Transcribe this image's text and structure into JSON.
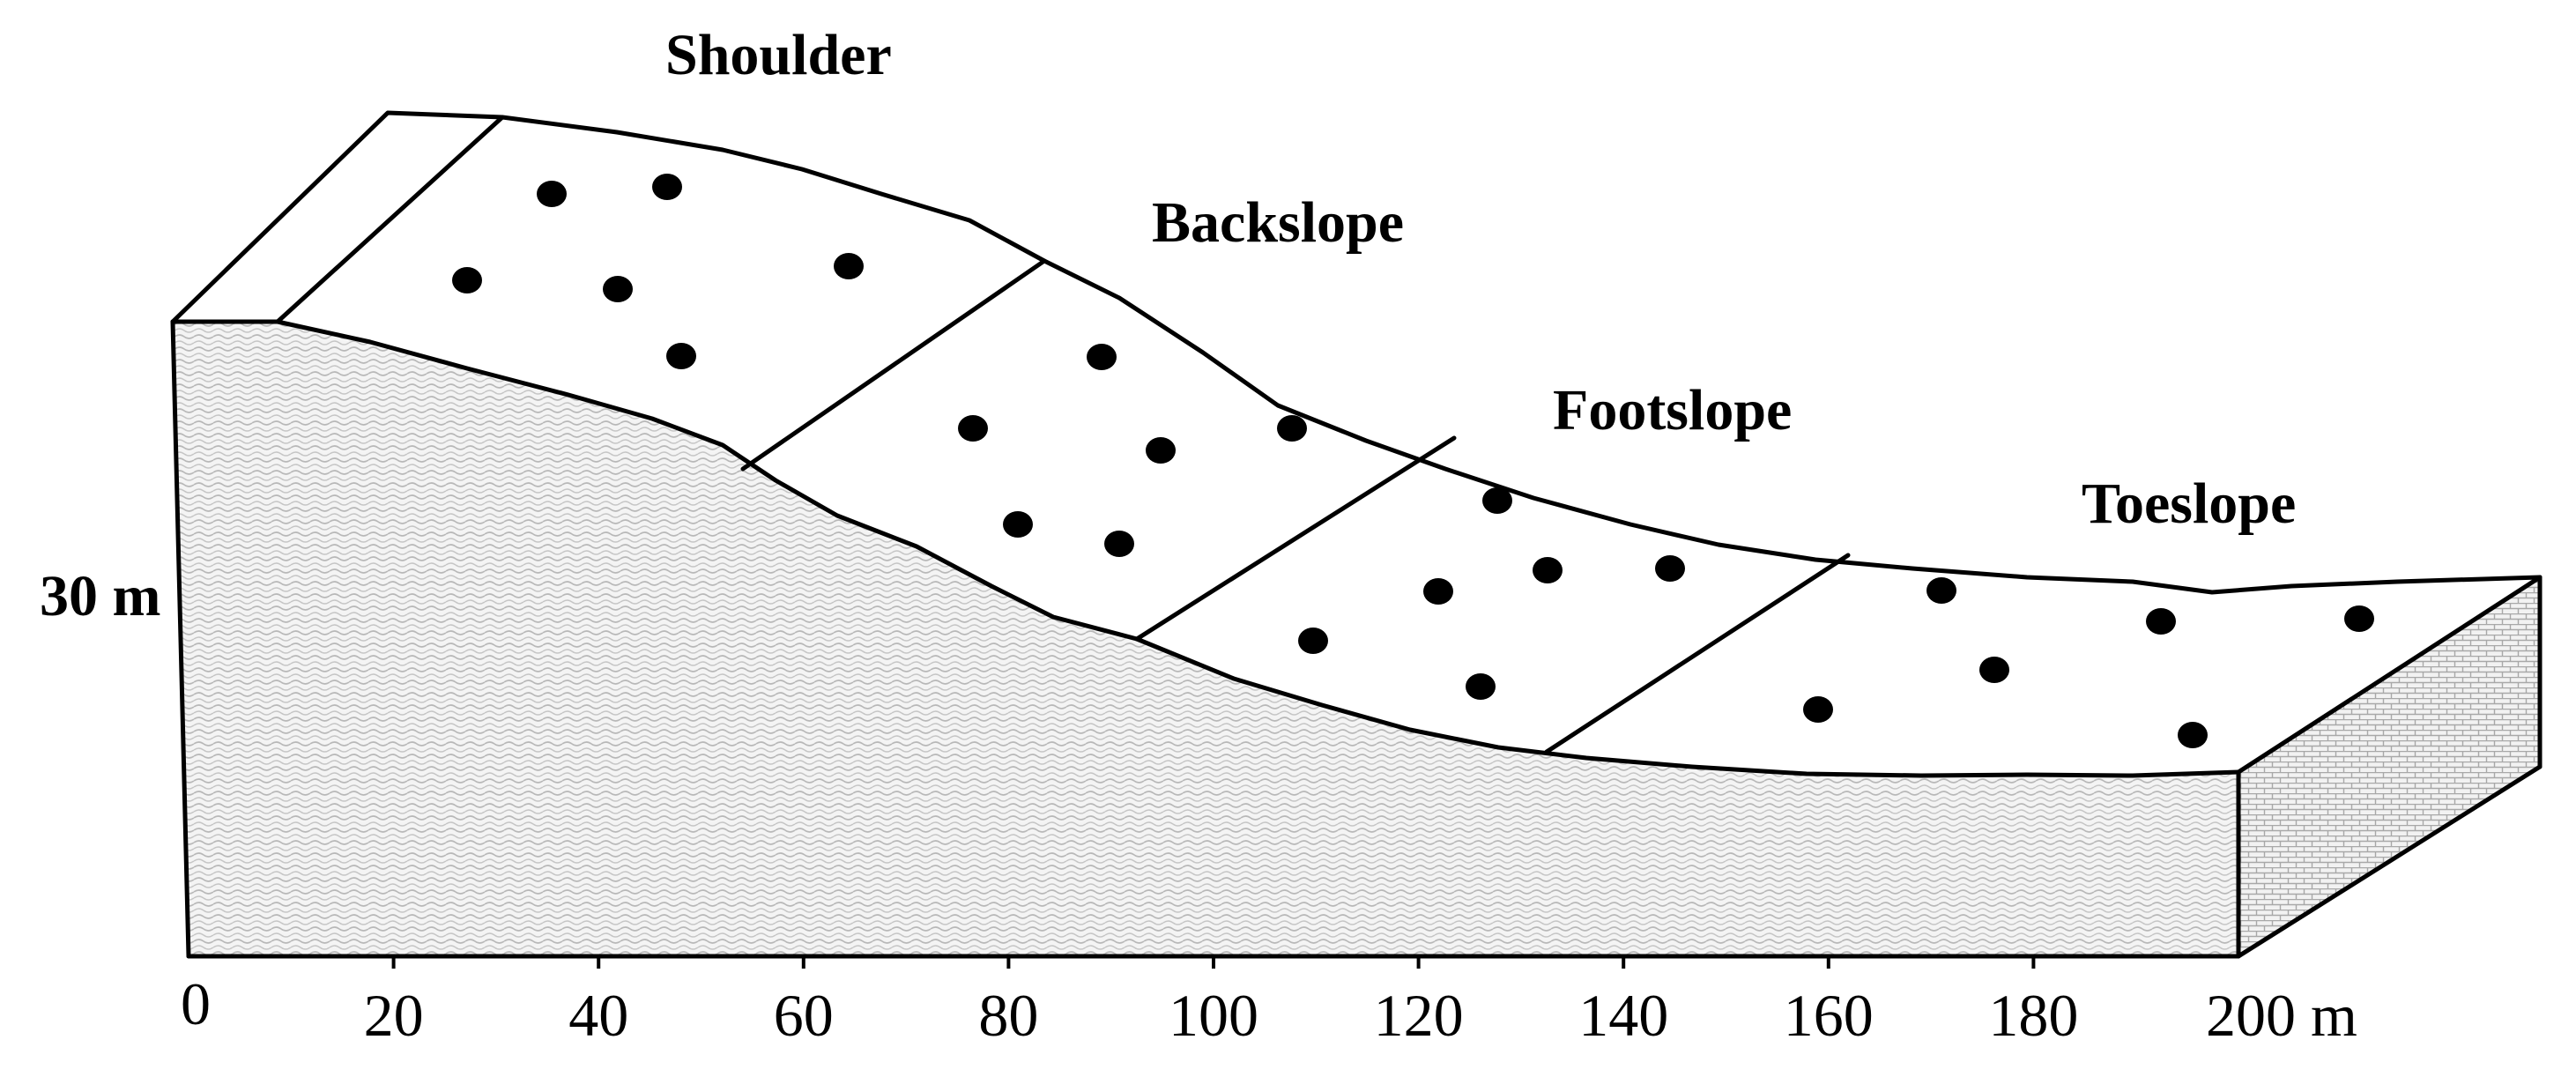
{
  "diagram": {
    "zones": [
      {
        "label": "Shoulder"
      },
      {
        "label": "Backslope"
      },
      {
        "label": "Footslope"
      },
      {
        "label": "Toeslope"
      }
    ],
    "height_label": "30 m",
    "x_axis": {
      "ticks": [
        "0",
        "20",
        "40",
        "60",
        "80",
        "100",
        "120",
        "140",
        "160",
        "180",
        "200 m"
      ]
    },
    "sample_points_per_zone": [
      6,
      6,
      6,
      6
    ],
    "colors": {
      "line": "#000000",
      "hatch": "#b8b8b8",
      "background": "#ffffff"
    }
  }
}
